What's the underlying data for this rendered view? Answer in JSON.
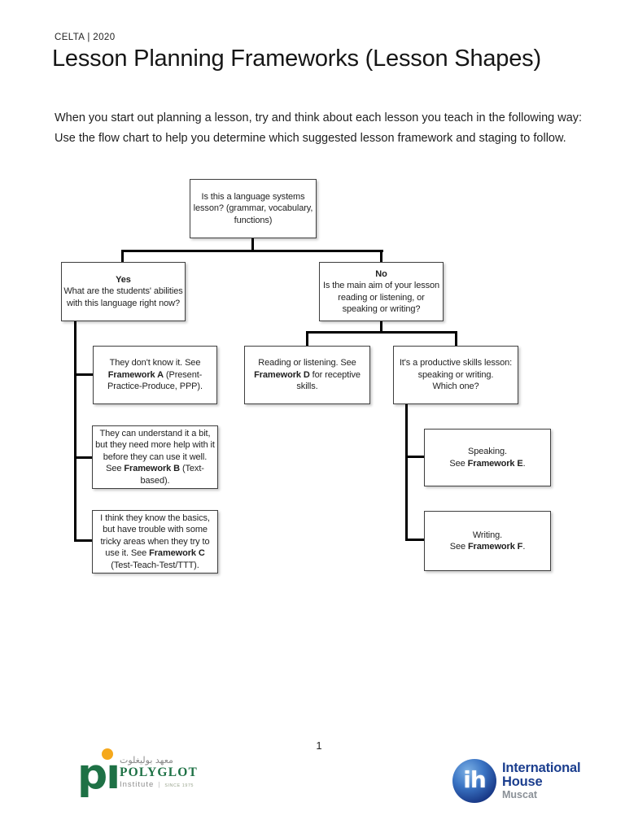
{
  "page": {
    "eyebrow": "CELTA | 2020",
    "title": "Lesson Planning Frameworks (Lesson Shapes)",
    "intro_line1": "When you start out planning a lesson, try and think about each lesson you teach in the following way:",
    "intro_line2": "Use the flow chart to help you determine which suggested lesson framework and staging to follow.",
    "page_number": "1"
  },
  "flowchart": {
    "root": {
      "text": "Is this a language systems lesson? (grammar, vocabulary, functions)"
    },
    "yes": {
      "label": "Yes",
      "text": "What are the students' abilities with this language right now?"
    },
    "no": {
      "label": "No",
      "text": "Is the main aim of your lesson reading or listening, or speaking or writing?"
    },
    "framework_a": {
      "pre": "They don't know it.  See ",
      "bold": "Framework A",
      "post": " (Present-Practice-Produce, PPP)."
    },
    "framework_b": {
      "pre": "They can understand it a bit, but they need more help with it before they can use it well.  See ",
      "bold": "Framework B",
      "post": " (Text-based)."
    },
    "framework_c": {
      "pre": "I think they know the basics, but have trouble with some tricky areas when they try to use it.  See ",
      "bold": "Framework C",
      "post": " (Test-Teach-Test/TTT)."
    },
    "framework_d": {
      "pre": "Reading or listening.  See ",
      "bold": "Framework D",
      "post": " for receptive skills."
    },
    "productive": {
      "line1": "It's a productive skills lesson: speaking or writing.",
      "line2": "Which one?"
    },
    "speaking": {
      "line1": "Speaking.",
      "pre": "See ",
      "bold": "Framework E",
      "post": "."
    },
    "writing": {
      "line1": "Writing.",
      "pre": "See ",
      "bold": "Framework F",
      "post": "."
    }
  },
  "footer": {
    "polyglot": {
      "mark": "pı",
      "arabic": "معهد بوليغلوت",
      "name": "POLYGLOT",
      "sub": "Institute",
      "divider": "|",
      "since": "SINCE 1975"
    },
    "ih": {
      "mark": "ih",
      "line1": "International",
      "line2": "House",
      "line3": "Muscat"
    }
  },
  "colors": {
    "box_border": "#3f3f3f",
    "connector": "#000000",
    "text": "#1f1f1f",
    "polyglot_green": "#1e7145",
    "polyglot_orange": "#f5a81c",
    "ih_navy": "#1b3e8e",
    "ih_gray": "#8a9097"
  }
}
